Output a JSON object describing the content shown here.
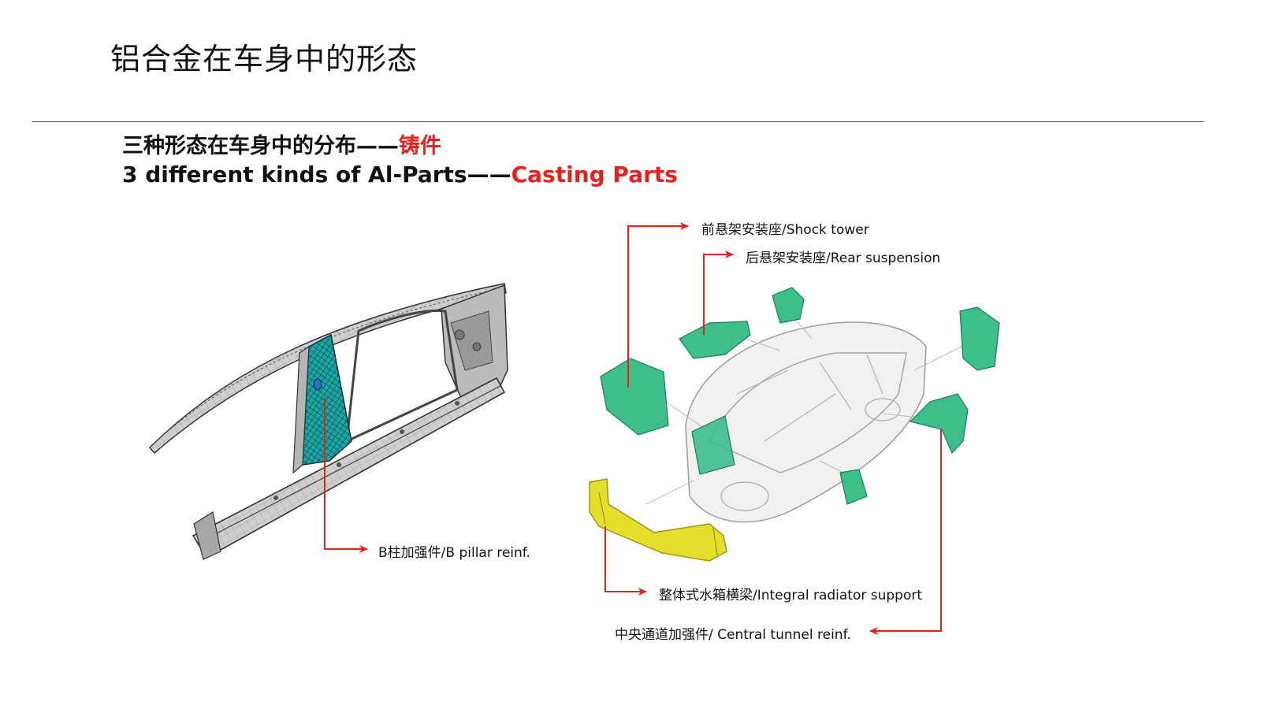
{
  "title": "铝合金在车身中的形态",
  "heading": {
    "zh_prefix": "三种形态在车身中的分布——",
    "zh_highlight": "铸件",
    "en_prefix": "3 different kinds of Al-Parts——",
    "en_highlight": "Casting Parts"
  },
  "callouts": {
    "shock_tower": "前悬架安装座/Shock tower",
    "rear_suspension": "后悬架安装座/Rear suspension",
    "b_pillar": "B柱加强件/B pillar reinf.",
    "radiator_support": "整体式水箱横梁/Integral radiator support",
    "central_tunnel": "中央通道加强件/ Central tunnel  reinf."
  },
  "colors": {
    "accent_red": "#e81f1f",
    "part_green": "#3dbf8c",
    "part_yellow": "#e3df2a",
    "body_gray": "#7a7a7a"
  }
}
